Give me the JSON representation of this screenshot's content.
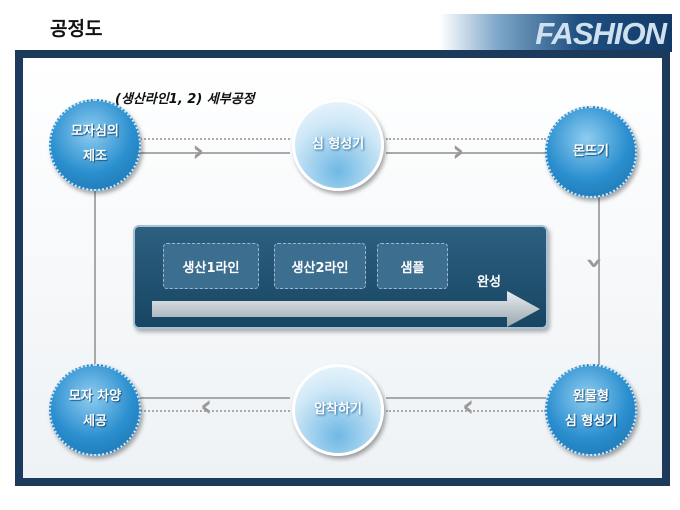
{
  "header": {
    "title": "공정도",
    "banner": "FASHION"
  },
  "subtitle": "(생산라인1, 2) 세부공정",
  "steps": [
    {
      "line1": "모자심의",
      "line2": "제조"
    },
    {
      "line1": "심 형성기",
      "line2": ""
    },
    {
      "line1": "몬뜨기",
      "line2": ""
    },
    {
      "line1": "원물형",
      "line2": "심 형성기"
    },
    {
      "line1": "압착하기",
      "line2": ""
    },
    {
      "line1": "모자 차양",
      "line2": "세공"
    }
  ],
  "lines": {
    "items": [
      "생산1라인",
      "생산2라인",
      "샘플"
    ],
    "result": "완성"
  }
}
